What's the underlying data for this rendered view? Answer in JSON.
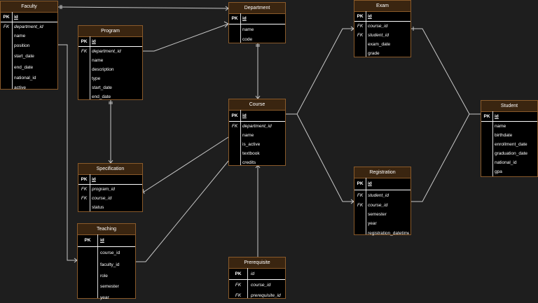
{
  "colors": {
    "background": "#1e1e1e",
    "header": "#3a2510",
    "border": "#8a5a2a",
    "line": "#c8c8c8"
  },
  "entities": {
    "faculty": {
      "title": "Faculty",
      "rows": [
        {
          "key": "PK",
          "name": "id"
        },
        {
          "key": "FK",
          "name": "department_id"
        },
        {
          "key": "",
          "name": "name"
        },
        {
          "key": "",
          "name": "position"
        },
        {
          "key": "",
          "name": "start_date"
        },
        {
          "key": "",
          "name": "end_date"
        },
        {
          "key": "",
          "name": "national_id"
        },
        {
          "key": "",
          "name": "active"
        }
      ]
    },
    "program": {
      "title": "Program",
      "rows": [
        {
          "key": "PK",
          "name": "id"
        },
        {
          "key": "FK",
          "name": "department_id"
        },
        {
          "key": "",
          "name": "name"
        },
        {
          "key": "",
          "name": "description"
        },
        {
          "key": "",
          "name": "type"
        },
        {
          "key": "",
          "name": "start_date"
        },
        {
          "key": "",
          "name": "end_date"
        }
      ]
    },
    "department": {
      "title": "Department",
      "rows": [
        {
          "key": "PK",
          "name": "id"
        },
        {
          "key": "",
          "name": "name"
        },
        {
          "key": "",
          "name": "code"
        }
      ]
    },
    "exam": {
      "title": "Exam",
      "rows": [
        {
          "key": "PK",
          "name": "id"
        },
        {
          "key": "FK",
          "name": "course_id"
        },
        {
          "key": "FK",
          "name": "student_id"
        },
        {
          "key": "",
          "name": "exam_date"
        },
        {
          "key": "",
          "name": "grade"
        }
      ]
    },
    "student": {
      "title": "Student",
      "rows": [
        {
          "key": "PK",
          "name": "id"
        },
        {
          "key": "",
          "name": "name"
        },
        {
          "key": "",
          "name": "birthdate"
        },
        {
          "key": "",
          "name": "enrollment_date"
        },
        {
          "key": "",
          "name": "graduation_date"
        },
        {
          "key": "",
          "name": "national_id"
        },
        {
          "key": "",
          "name": "gpa"
        }
      ]
    },
    "course": {
      "title": "Course",
      "rows": [
        {
          "key": "PK",
          "name": "id"
        },
        {
          "key": "FK",
          "name": "department_id"
        },
        {
          "key": "",
          "name": "name"
        },
        {
          "key": "",
          "name": "is_active"
        },
        {
          "key": "",
          "name": "textbook"
        },
        {
          "key": "",
          "name": "credits"
        }
      ]
    },
    "specification": {
      "title": "Specification",
      "rows": [
        {
          "key": "PK",
          "name": "id"
        },
        {
          "key": "FK",
          "name": "program_id"
        },
        {
          "key": "FK",
          "name": "course_id"
        },
        {
          "key": "",
          "name": "status"
        }
      ]
    },
    "registration": {
      "title": "Registration",
      "rows": [
        {
          "key": "PK",
          "name": "id"
        },
        {
          "key": "FK",
          "name": "student_id"
        },
        {
          "key": "FK",
          "name": "course_id"
        },
        {
          "key": "",
          "name": "semester"
        },
        {
          "key": "",
          "name": "year"
        },
        {
          "key": "",
          "name": "registration_datetime"
        }
      ]
    },
    "teaching": {
      "title": "Teaching",
      "rows": [
        {
          "key": "PK",
          "name": "id"
        },
        {
          "key": "",
          "name": "course_id"
        },
        {
          "key": "",
          "name": "faculty_id"
        },
        {
          "key": "",
          "name": "role"
        },
        {
          "key": "",
          "name": "semester"
        },
        {
          "key": "",
          "name": "year"
        }
      ]
    },
    "prerequisite": {
      "title": "Prerequisite",
      "rows": [
        {
          "key": "PK",
          "name": "id"
        },
        {
          "key": "FK",
          "name": "course_id"
        },
        {
          "key": "FK",
          "name": "prerequisite_id"
        }
      ]
    }
  }
}
